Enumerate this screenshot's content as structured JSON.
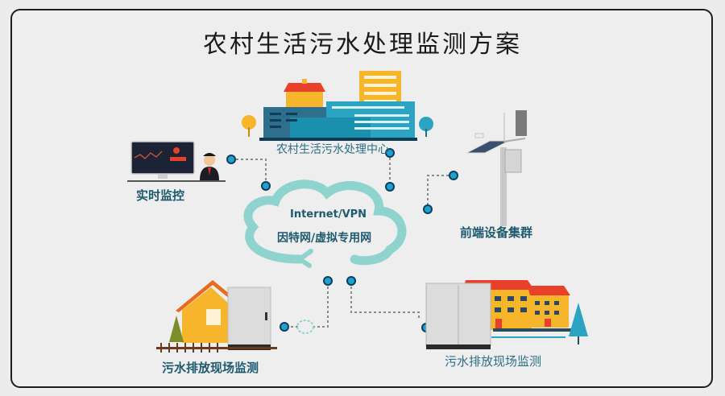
{
  "title": "农村生活污水处理监测方案",
  "nodes": {
    "center": {
      "label": "农村生活污水处理中心",
      "icon": "office-buildings-icon"
    },
    "monitor": {
      "label": "实时监控",
      "icon": "computer-operator-icon"
    },
    "frontend": {
      "label": "前端设备集群",
      "icon": "solar-monitoring-pole-icon"
    },
    "site_left": {
      "label": "污水排放现场监测",
      "icon": "house-cabinet-icon"
    },
    "site_right": {
      "label": "污水排放现场监测",
      "icon": "school-cabinet-icon"
    }
  },
  "cloud": {
    "line1": "Internet/VPN",
    "line2": "因特网/虚拟专用网",
    "icon": "cloud-icon"
  },
  "colors": {
    "cloud": "#8fd3cf",
    "node_dot": "#1e7fa8",
    "node_ring": "#0d3f5a",
    "label": "#1d5a6e",
    "roof_red": "#e8402a",
    "wall_orange": "#f6b52a",
    "building_blue": "#2f8fb0"
  }
}
